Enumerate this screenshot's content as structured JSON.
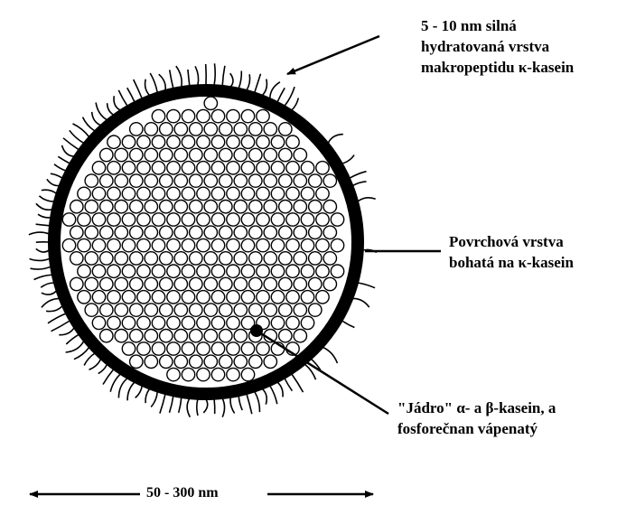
{
  "labels": {
    "hydrated_layer": [
      "5 - 10 nm silná",
      "hydratovaná vrstva",
      "makropeptidu κ-kasein"
    ],
    "surface_layer": [
      "Povrchová vrstva",
      "bohatá na κ-kasein"
    ],
    "core": [
      "\"Jádro\" α- a β-kasein, a",
      "fosforečnan vápenatý"
    ],
    "size": "50 - 300 nm"
  },
  "colors": {
    "ink": "#000000",
    "paper": "#ffffff"
  }
}
